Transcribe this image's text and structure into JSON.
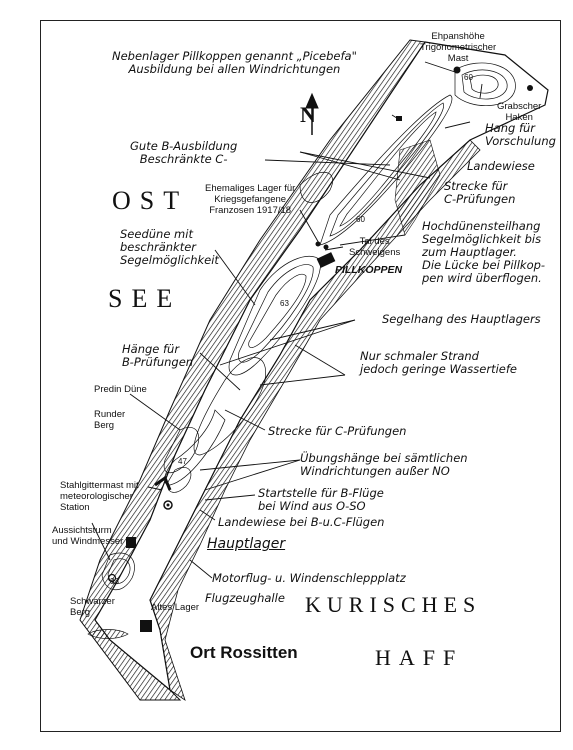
{
  "map": {
    "colors": {
      "ink": "#111111",
      "paper": "#ffffff"
    },
    "north_arrow": "N",
    "water": {
      "ost": "OST",
      "see": "SEE",
      "kurisches": "KURISCHES",
      "haff": "HAFF"
    },
    "labels": {
      "nebenlager_1": "Nebenlager Pillkoppen genannt „Picebefa\"",
      "nebenlager_2": "Ausbildung bei allen Windrichtungen",
      "ehpan_1": "Ehpanshöhe",
      "ehpan_2": "Trigonometrischer",
      "ehpan_3": "Mast",
      "grabscher_1": "Grabscher",
      "grabscher_2": "Haken",
      "hang_vor_1": "Hang für",
      "hang_vor_2": "Vorschulung",
      "landewiese_top": "Landewiese",
      "gute_1": "Gute B-Ausbildung",
      "gute_2": "Beschränkte C-",
      "lager_1": "Ehemaliges Lager für",
      "lager_2": "Kriegsgefangene",
      "lager_3": "Franzosen 1917/18",
      "strecke_c_top_1": "Strecke für",
      "strecke_c_top_2": "C-Prüfungen",
      "hoch_1": "Hochdünensteilhang",
      "hoch_2": "Segelmöglichkeit bis",
      "hoch_3": "zum Hauptlager.",
      "hoch_4": "Die Lücke bei Pillkop-",
      "hoch_5": "pen wird überflogen.",
      "seeduene_1": "Seedüne mit",
      "seeduene_2": "beschränkter",
      "seeduene_3": "Segelmöglichkeit",
      "tal_1": "Tal des",
      "tal_2": "Schweigens",
      "pillkoppen": "PILLKOPPEN",
      "segelhang": "Segelhang des Hauptlagers",
      "haenge_b_1": "Hänge für",
      "haenge_b_2": "B-Prüfungen",
      "strand_1": "Nur schmaler Strand",
      "strand_2": "jedoch geringe Wassertiefe",
      "predin": "Predin Düne",
      "runder_1": "Runder",
      "runder_2": "Berg",
      "strecke_c_mid": "Strecke für C-Prüfungen",
      "uebung_1": "Übungshänge bei sämtlichen",
      "uebung_2": "Windrichtungen außer NO",
      "stahl_1": "Stahlgittermast mit",
      "stahl_2": "meteorologischer",
      "stahl_3": "Station",
      "start_1": "Startstelle für B-Flüge",
      "start_2": "bei Wind aus O-SO",
      "landewiese_bc": "Landewiese bei B-u.C-Flügen",
      "aussicht_1": "Aussichtsturm",
      "aussicht_2": "und Windmesser",
      "hauptlager": "Hauptlager",
      "motorflug": "Motorflug- u. Windenschleppplatz",
      "flugzeughalle": "Flugzeughalle",
      "schwarzer_1": "Schwarzer",
      "schwarzer_2": "Berg",
      "altes_lager": "Altes Lager",
      "ort": "Ort Rossitten"
    },
    "heights": {
      "h60_top": "60",
      "h60_mid": "60",
      "h63": "63",
      "h47": "47",
      "h33": "33"
    }
  }
}
